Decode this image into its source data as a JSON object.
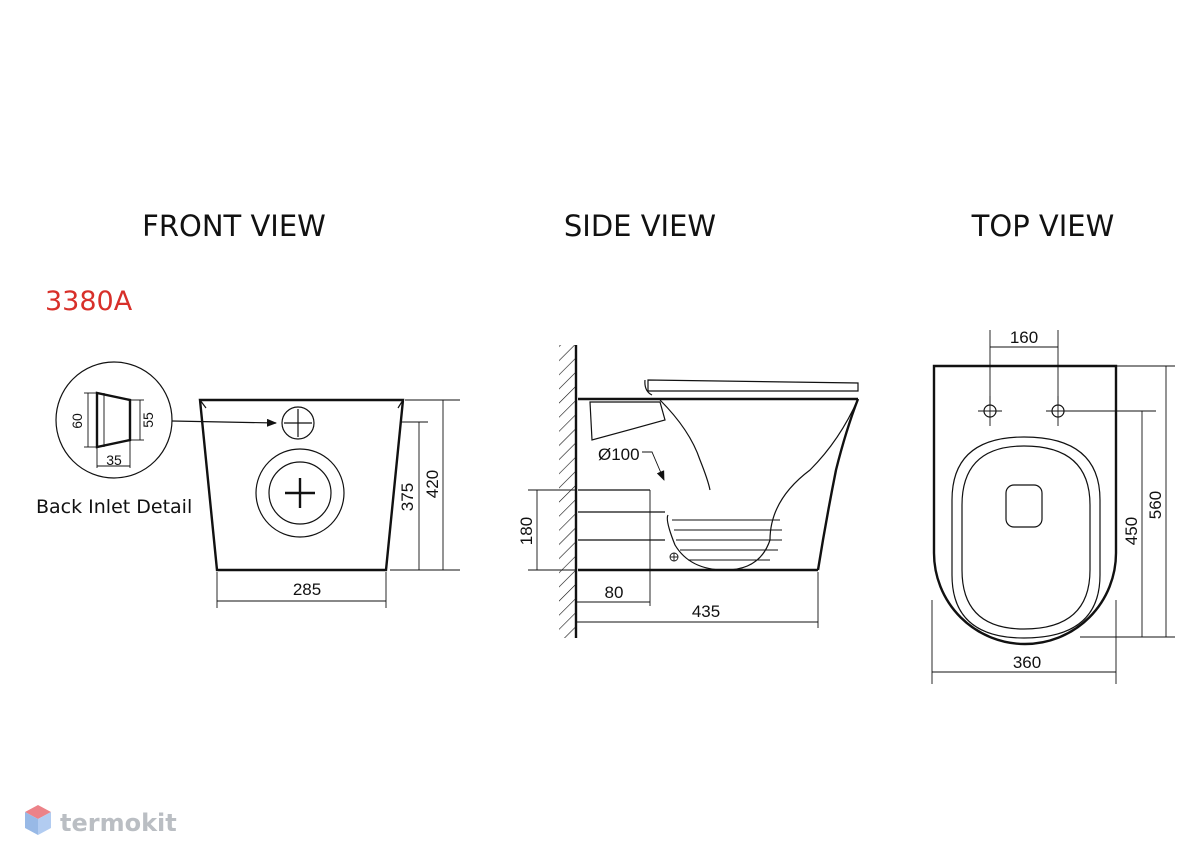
{
  "model": "3380A",
  "views": {
    "front": {
      "title": "FRONT VIEW",
      "detail_caption": "Back Inlet Detail",
      "detail_dims": {
        "left": "60",
        "right": "55",
        "bottom": "35"
      },
      "dims": {
        "width": "285",
        "height_inner": "375",
        "height_outer": "420"
      }
    },
    "side": {
      "title": "SIDE VIEW",
      "dims": {
        "outlet": "Ø100",
        "outlet_height": "180",
        "wall_offset": "80",
        "depth": "435"
      }
    },
    "top": {
      "title": "TOP VIEW",
      "dims": {
        "holes": "160",
        "width": "360",
        "length_inner": "450",
        "length_outer": "560"
      }
    }
  },
  "watermark": {
    "text": "termokit",
    "colors": {
      "top": "#e8636b",
      "left": "#7fa8e0",
      "right": "#9fc0ee"
    }
  }
}
